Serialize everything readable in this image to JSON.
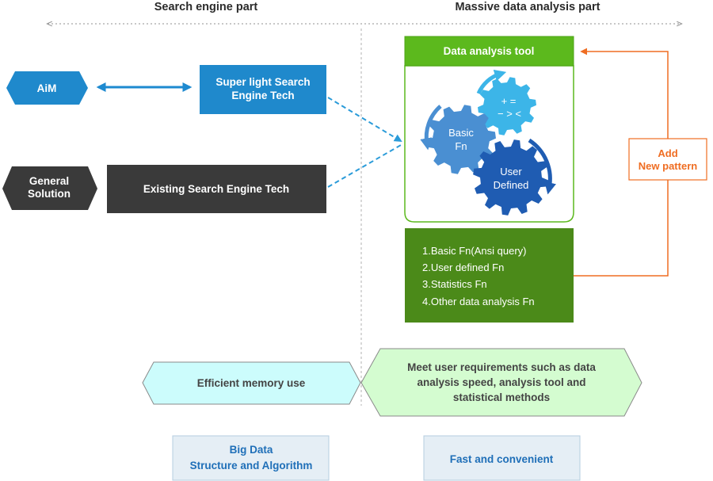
{
  "sections": {
    "left_title": "Search engine part",
    "right_title": "Massive data analysis part"
  },
  "search_engine": {
    "aim_label": "AiM",
    "super_light_lines": [
      "Super light Search",
      "Engine Tech"
    ],
    "general_lines": [
      "General",
      "Solution"
    ],
    "existing_label": "Existing Search Engine Tech"
  },
  "data_analysis": {
    "tool_title": "Data analysis tool",
    "gears": {
      "operators_lines": [
        "+ =",
        "− > <"
      ],
      "basic_lines": [
        "Basic",
        "Fn"
      ],
      "user_lines": [
        "User",
        "Defined"
      ]
    },
    "functions": [
      "1.Basic Fn(Ansi query)",
      "2.User defined Fn",
      "3.Statistics Fn",
      "4.Other data analysis Fn"
    ],
    "add_pattern_lines": [
      "Add",
      "New pattern"
    ]
  },
  "benefits": {
    "memory_label": "Efficient memory use",
    "requirements_lines": [
      "Meet user requirements such as data",
      "analysis speed, analysis tool and",
      "statistical methods"
    ],
    "big_data_lines": [
      "Big Data",
      "Structure and Algorithm"
    ],
    "fast_label": "Fast and convenient"
  },
  "colors": {
    "blue": "#1f89cc",
    "dark": "#3a3a3a",
    "green_header": "#5cb91d",
    "green_list": "#4b8a19",
    "orange": "#ef6d22",
    "cyan_fill": "#ccfcfc",
    "mint_fill": "#d4fcd0",
    "bottom_box": "#e5eef5",
    "bottom_text": "#1f6fb8",
    "gear_light": "#3cb5e8",
    "gear_mid": "#4a8fd2",
    "gear_dark": "#1f5cb2"
  }
}
